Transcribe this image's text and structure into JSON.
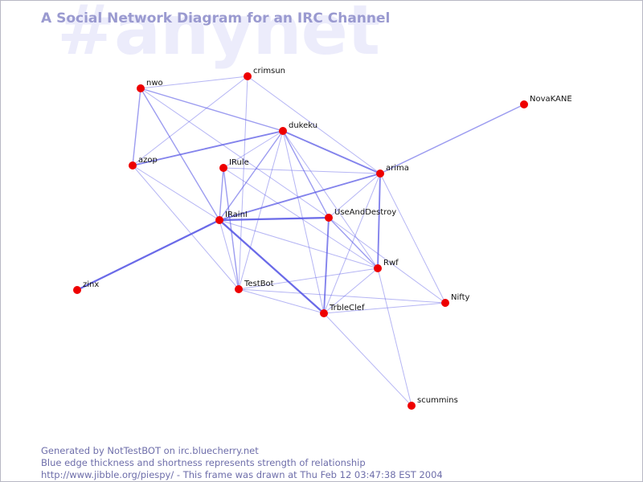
{
  "background_text": "#anynet",
  "title": "A Social Network Diagram for an IRC Channel",
  "footer": {
    "line1": "Generated by NotTestBOT on irc.bluecherry.net",
    "line2": "Blue edge thickness and shortness represents strength of relationship",
    "line3": "http://www.jibble.org/piespy/ - This frame was drawn at Thu Feb 12 03:47:38 EST 2004"
  },
  "colors": {
    "node": "#ee0000",
    "edge": "#5a5ae6",
    "title": "#9a9ad0",
    "background_text": "#ececfb",
    "footer": "#6e6eaa"
  },
  "nodes": [
    {
      "id": "nwo",
      "label": "nwo"
    },
    {
      "id": "crimsun",
      "label": "crimsun"
    },
    {
      "id": "dukeku",
      "label": "dukeku"
    },
    {
      "id": "azop",
      "label": "azop"
    },
    {
      "id": "IRule",
      "label": "IRule"
    },
    {
      "id": "arima",
      "label": "arima"
    },
    {
      "id": "NovaKANE",
      "label": "NovaKANE"
    },
    {
      "id": "IRainI",
      "label": "IRainI"
    },
    {
      "id": "UseAndDestroy",
      "label": "UseAndDestroy"
    },
    {
      "id": "Rwf",
      "label": "Rwf"
    },
    {
      "id": "zinx",
      "label": "zinx"
    },
    {
      "id": "TestBot",
      "label": "TestBot"
    },
    {
      "id": "TrbleClef",
      "label": "TrbleClef"
    },
    {
      "id": "Nifty",
      "label": "Nifty"
    },
    {
      "id": "scummins",
      "label": "scummins"
    }
  ],
  "edges": [
    {
      "source": "IRainI",
      "target": "zinx",
      "strength": 4
    },
    {
      "source": "IRainI",
      "target": "TrbleClef",
      "strength": 4
    },
    {
      "source": "IRainI",
      "target": "UseAndDestroy",
      "strength": 4
    },
    {
      "source": "dukeku",
      "target": "arima",
      "strength": 3
    },
    {
      "source": "arima",
      "target": "Rwf",
      "strength": 3
    },
    {
      "source": "IRainI",
      "target": "arima",
      "strength": 3
    },
    {
      "source": "UseAndDestroy",
      "target": "TrbleClef",
      "strength": 3
    },
    {
      "source": "azop",
      "target": "dukeku",
      "strength": 3
    },
    {
      "source": "dukeku",
      "target": "UseAndDestroy",
      "strength": 2
    },
    {
      "source": "IRule",
      "target": "TestBot",
      "strength": 2
    },
    {
      "source": "arima",
      "target": "NovaKANE",
      "strength": 2
    },
    {
      "source": "nwo",
      "target": "dukeku",
      "strength": 2
    },
    {
      "source": "nwo",
      "target": "IRainI",
      "strength": 2
    },
    {
      "source": "nwo",
      "target": "azop",
      "strength": 2
    },
    {
      "source": "IRainI",
      "target": "dukeku",
      "strength": 2
    },
    {
      "source": "IRainI",
      "target": "IRule",
      "strength": 2
    },
    {
      "source": "UseAndDestroy",
      "target": "Rwf",
      "strength": 2
    },
    {
      "source": "TestBot",
      "target": "dukeku",
      "strength": 1
    },
    {
      "source": "TestBot",
      "target": "Rwf",
      "strength": 1
    },
    {
      "source": "TestBot",
      "target": "Nifty",
      "strength": 1
    },
    {
      "source": "TestBot",
      "target": "TrbleClef",
      "strength": 1
    },
    {
      "source": "TestBot",
      "target": "IRainI",
      "strength": 1
    },
    {
      "source": "TestBot",
      "target": "azop",
      "strength": 1
    },
    {
      "source": "nwo",
      "target": "crimsun",
      "strength": 1
    },
    {
      "source": "nwo",
      "target": "UseAndDestroy",
      "strength": 1
    },
    {
      "source": "crimsun",
      "target": "azop",
      "strength": 1
    },
    {
      "source": "crimsun",
      "target": "TestBot",
      "strength": 1
    },
    {
      "source": "crimsun",
      "target": "arima",
      "strength": 1
    },
    {
      "source": "azop",
      "target": "IRainI",
      "strength": 1
    },
    {
      "source": "IRule",
      "target": "arima",
      "strength": 1
    },
    {
      "source": "IRule",
      "target": "Rwf",
      "strength": 1
    },
    {
      "source": "IRule",
      "target": "dukeku",
      "strength": 1
    },
    {
      "source": "IRainI",
      "target": "Rwf",
      "strength": 1
    },
    {
      "source": "dukeku",
      "target": "Rwf",
      "strength": 1
    },
    {
      "source": "dukeku",
      "target": "TrbleClef",
      "strength": 1
    },
    {
      "source": "arima",
      "target": "UseAndDestroy",
      "strength": 1
    },
    {
      "source": "arima",
      "target": "TrbleClef",
      "strength": 1
    },
    {
      "source": "arima",
      "target": "Nifty",
      "strength": 1
    },
    {
      "source": "Rwf",
      "target": "TrbleClef",
      "strength": 1
    },
    {
      "source": "Rwf",
      "target": "scummins",
      "strength": 1
    },
    {
      "source": "TrbleClef",
      "target": "Nifty",
      "strength": 1
    },
    {
      "source": "TrbleClef",
      "target": "scummins",
      "strength": 1
    },
    {
      "source": "UseAndDestroy",
      "target": "Nifty",
      "strength": 1
    }
  ]
}
